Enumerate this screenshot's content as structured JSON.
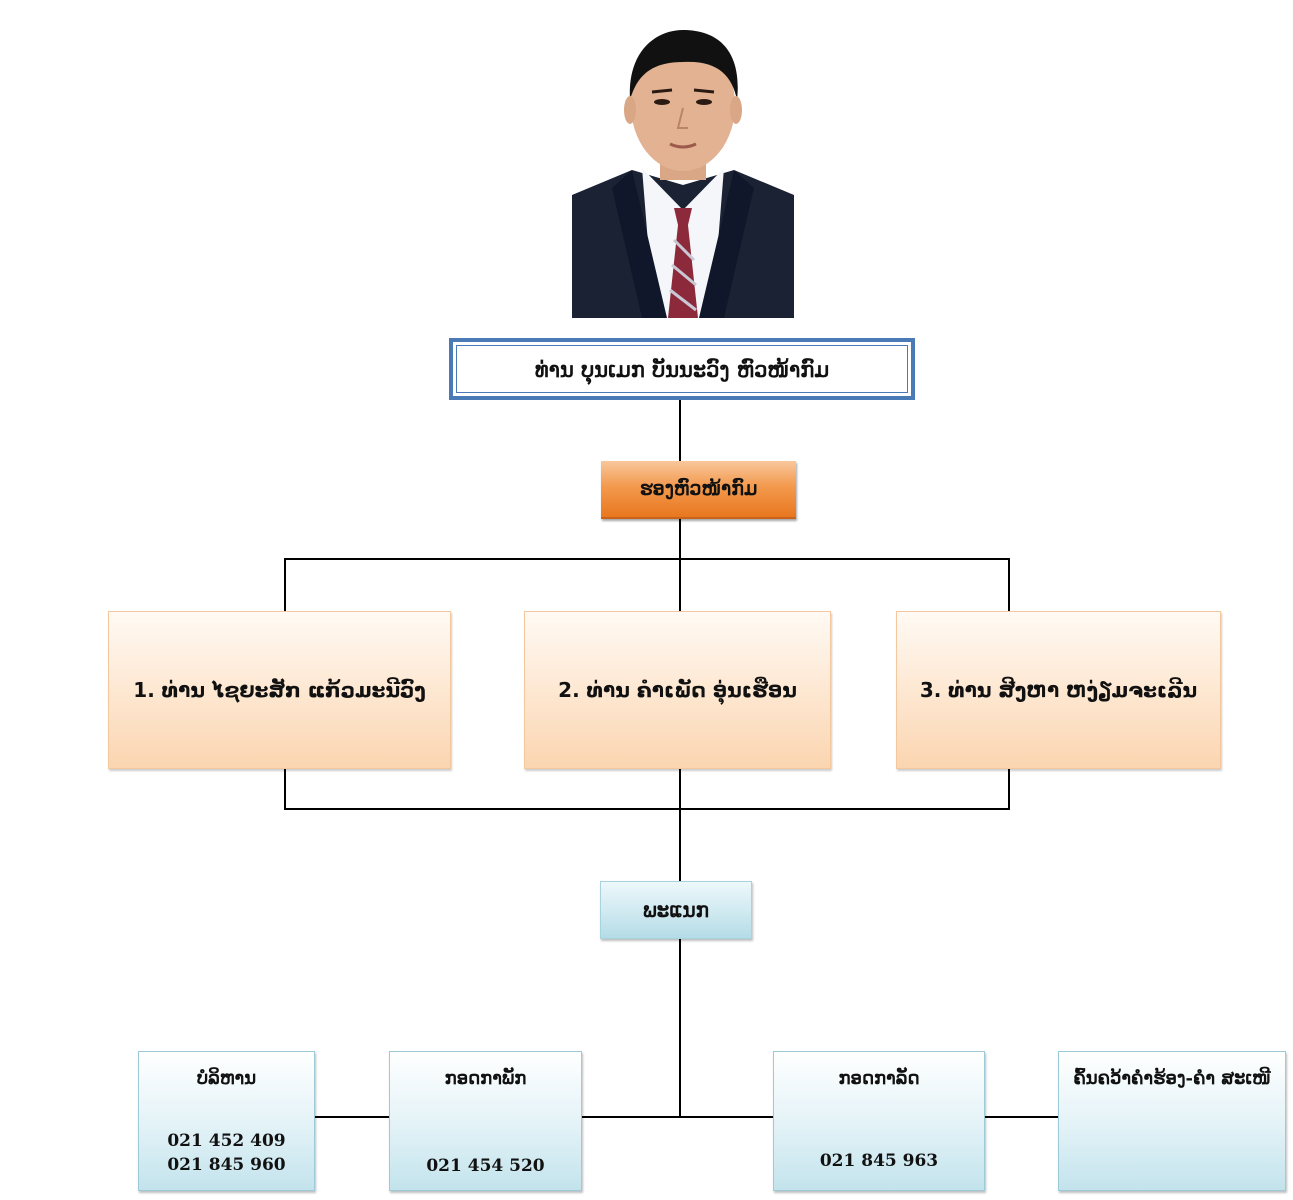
{
  "head": {
    "label": "ທ່ານ ບຸນເມກ ບັນນະວົງ  ຫົວໜ້າກົມ"
  },
  "deputy_header": {
    "label": "ຮອງຫົວໜ້າກົມ"
  },
  "deputies": [
    {
      "label": "1. ທ່ານ ໄຊຍະສັກ ແກ້ວມະນີວົງ"
    },
    {
      "label": "2. ທ່ານ ຄໍາເພັດ ອຸ່ນເຮືອນ"
    },
    {
      "label": "3. ທ່ານ ສີງຫາ ຫງ່ຽມຈະເລີນ"
    }
  ],
  "department": {
    "label": "ພະແນກ"
  },
  "sections": [
    {
      "name": "ບໍລິຫານ",
      "phones": [
        "021 452 409",
        "021 845 960"
      ]
    },
    {
      "name": "ກອດກາພັກ",
      "phones": [
        "021 454 520"
      ]
    },
    {
      "name": "ກອດກາລັດ",
      "phones": [
        "021 845 963"
      ]
    },
    {
      "name": "ຄົ້ນຄວ້າຄໍາຮ້ອງ-ຄໍາ ສະເໜີ",
      "phones": []
    }
  ],
  "colors": {
    "head_border": "#4a7bb7",
    "deputy_fill": "#f39a4e",
    "member_fill": "#fde6cf",
    "department_fill": "#cfe9f0",
    "section_fill": "#e2f2f7",
    "connector": "#000000"
  }
}
